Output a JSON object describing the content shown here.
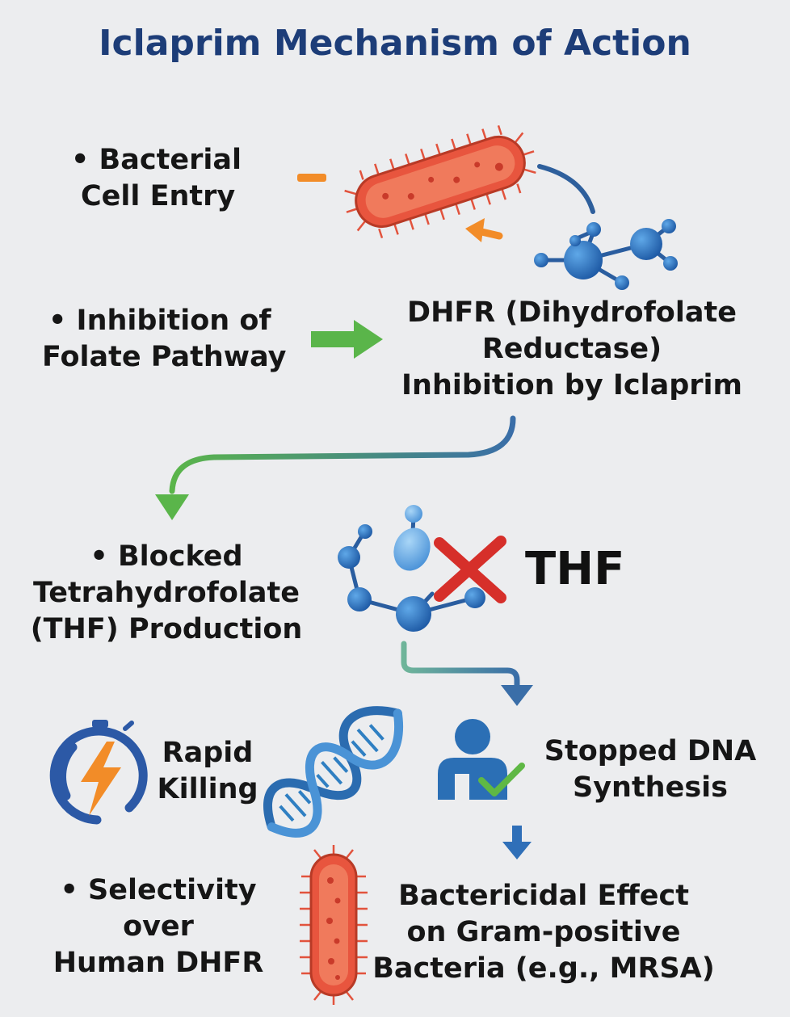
{
  "title": "Iclaprim Mechanism of Action",
  "steps": {
    "cell_entry": [
      "• Bacterial",
      "Cell Entry"
    ],
    "folate_inhibition": [
      "• Inhibition of",
      "Folate Pathway"
    ],
    "dhfr": [
      "DHFR (Dihydrofolate",
      "Reductase)",
      "Inhibition by Iclaprim"
    ],
    "thf_blocked": [
      "• Blocked",
      "Tetrahydrofolate",
      "(THF) Production"
    ],
    "thf_label": "THF",
    "rapid_killing": [
      "Rapid",
      "Killing"
    ],
    "dna_stopped": [
      "Stopped DNA",
      "Synthesis"
    ],
    "selectivity": [
      "• Selectivity",
      "over",
      "Human DHFR"
    ],
    "bactericidal": [
      "Bactericidal Effect",
      "on Gram-positive",
      "Bacteria (e.g., MRSA)"
    ]
  },
  "colors": {
    "title": "#1d3d78",
    "bacterium": "#e2533d",
    "molecule": "#2f6fb8",
    "green_arrow": "#5ab54a",
    "orange": "#f28c28",
    "cross": "#d62f2a",
    "check": "#5fb845"
  },
  "icons": [
    "bacterium-icon",
    "molecule-icon",
    "stopwatch-lightning-icon",
    "dna-helix-icon",
    "person-check-icon",
    "red-x-icon"
  ]
}
